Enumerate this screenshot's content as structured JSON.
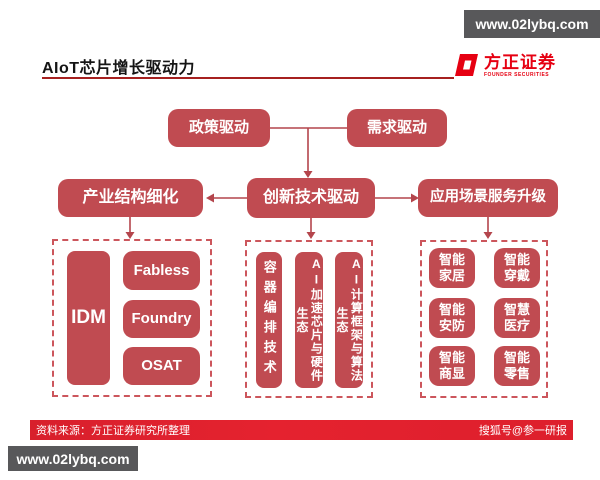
{
  "watermarks": {
    "top": "www.02lybq.com",
    "bottom": "www.02lybq.com"
  },
  "header": {
    "title": "AIoT芯片增长驱动力",
    "logo": {
      "cn": "方正证券",
      "en": "FOUNDER SECURITIES"
    }
  },
  "diagram": {
    "drivers_top": [
      {
        "label": "政策驱动"
      },
      {
        "label": "需求驱动"
      }
    ],
    "drivers_mid": [
      {
        "label": "产业结构细化"
      },
      {
        "label": "创新技术驱动"
      },
      {
        "label": "应用场景服务升级"
      }
    ],
    "industry_group": {
      "main": "IDM",
      "items": [
        {
          "label": "Fabless"
        },
        {
          "label": "Foundry"
        },
        {
          "label": "OSAT"
        }
      ]
    },
    "technology_group": {
      "items": [
        {
          "label": "容器编排技术"
        },
        {
          "label": "AI加速芯片与硬件生态"
        },
        {
          "label": "AI计算框架与算法生态"
        }
      ]
    },
    "application_group": {
      "items": [
        {
          "label": "智能家居"
        },
        {
          "label": "智能穿戴"
        },
        {
          "label": "智能安防"
        },
        {
          "label": "智慧医疗"
        },
        {
          "label": "智能商显"
        },
        {
          "label": "智能零售"
        }
      ]
    }
  },
  "footer": {
    "source": "资料来源：方正证券研究所整理",
    "credit": "搜狐号@参一研报"
  },
  "colors": {
    "box_red": "#c04b51",
    "dashed_red": "#cc565c",
    "bar_red": "#e2212e",
    "banner_gray": "#58585a",
    "logo_red": "#e60012",
    "underline_red": "#a6201f"
  }
}
